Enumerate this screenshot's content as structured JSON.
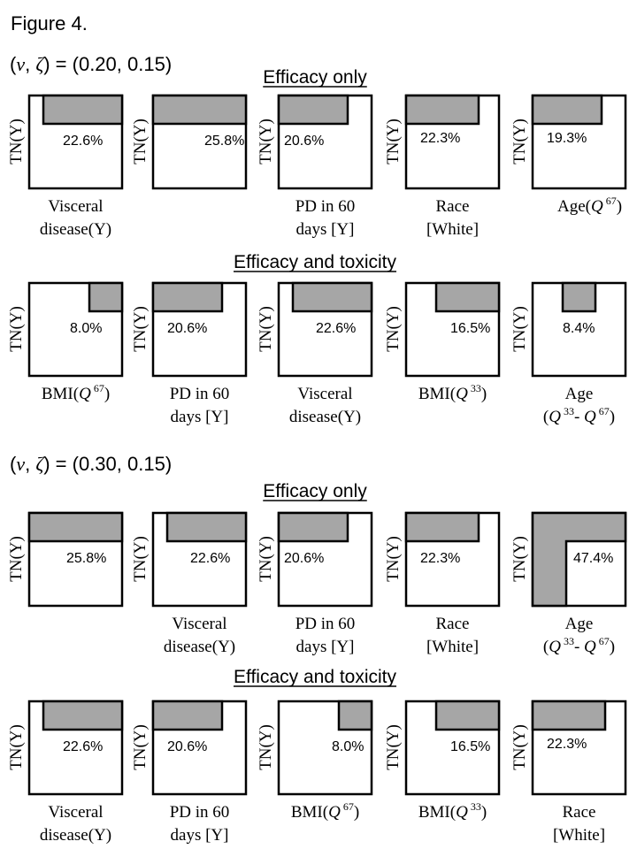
{
  "figure_label": "Figure 4.",
  "fill_color": "#a6a6a6",
  "border_color": "#000000",
  "box_label": "TN(Y)",
  "chart_data": {
    "type": "diagram",
    "sections": [
      {
        "param_prefix": "(",
        "param_nu": "ν",
        "param_sep": ", ",
        "param_zeta": "ζ",
        "param_rest": ") = (0.20, 0.15)",
        "rows": [
          {
            "title": "Efficacy only",
            "panels": [
              {
                "pct": "22.6%",
                "label": [
                  "Visceral",
                  "disease(Y)"
                ]
              },
              {
                "pct": "25.8%",
                "label": []
              },
              {
                "pct": "20.6%",
                "label": [
                  "PD in 60",
                  "days [Y]"
                ]
              },
              {
                "pct": "22.3%",
                "label": [
                  "Race",
                  "[White]"
                ]
              },
              {
                "pct": "19.3%",
                "label": [
                  [
                    "Age(",
                    "Q",
                    "67",
                    ")"
                  ]
                ]
              }
            ]
          },
          {
            "title": "Efficacy and toxicity",
            "panels": [
              {
                "pct": "8.0%",
                "label": [
                  [
                    "BMI(",
                    "Q",
                    "67",
                    ")"
                  ]
                ]
              },
              {
                "pct": "20.6%",
                "label": [
                  "PD in 60",
                  "days [Y]"
                ]
              },
              {
                "pct": "22.6%",
                "label": [
                  "Visceral",
                  "disease(Y)"
                ]
              },
              {
                "pct": "16.5%",
                "label": [
                  [
                    "BMI(",
                    "Q",
                    "33",
                    ")"
                  ]
                ]
              },
              {
                "pct": "8.4%",
                "label": [
                  "Age",
                  [
                    "(",
                    "Q",
                    "33",
                    "- ",
                    "Q",
                    "67",
                    ")"
                  ]
                ]
              }
            ]
          }
        ]
      },
      {
        "param_prefix": "(",
        "param_nu": "ν",
        "param_sep": ", ",
        "param_zeta": "ζ",
        "param_rest": ") = (0.30, 0.15)",
        "rows": [
          {
            "title": "Efficacy only",
            "panels": [
              {
                "pct": "25.8%",
                "label": []
              },
              {
                "pct": "22.6%",
                "label": [
                  "Visceral",
                  "disease(Y)"
                ]
              },
              {
                "pct": "20.6%",
                "label": [
                  "PD in 60",
                  "days [Y]"
                ]
              },
              {
                "pct": "22.3%",
                "label": [
                  "Race",
                  "[White]"
                ]
              },
              {
                "pct": "47.4%",
                "label": [
                  "Age",
                  [
                    "(",
                    "Q",
                    "33",
                    "- ",
                    "Q",
                    "67",
                    ")"
                  ]
                ]
              }
            ]
          },
          {
            "title": "Efficacy and toxicity",
            "panels": [
              {
                "pct": "22.6%",
                "label": [
                  "Visceral",
                  "disease(Y)"
                ]
              },
              {
                "pct": "20.6%",
                "label": [
                  "PD in 60",
                  "days [Y]"
                ]
              },
              {
                "pct": "8.0%",
                "label": [
                  [
                    "BMI(",
                    "Q",
                    "67",
                    ")"
                  ]
                ]
              },
              {
                "pct": "16.5%",
                "label": [
                  [
                    "BMI(",
                    "Q",
                    "33",
                    ")"
                  ]
                ]
              },
              {
                "pct": "22.3%",
                "label": [
                  "Race",
                  "[White]"
                ]
              }
            ]
          }
        ]
      }
    ]
  }
}
